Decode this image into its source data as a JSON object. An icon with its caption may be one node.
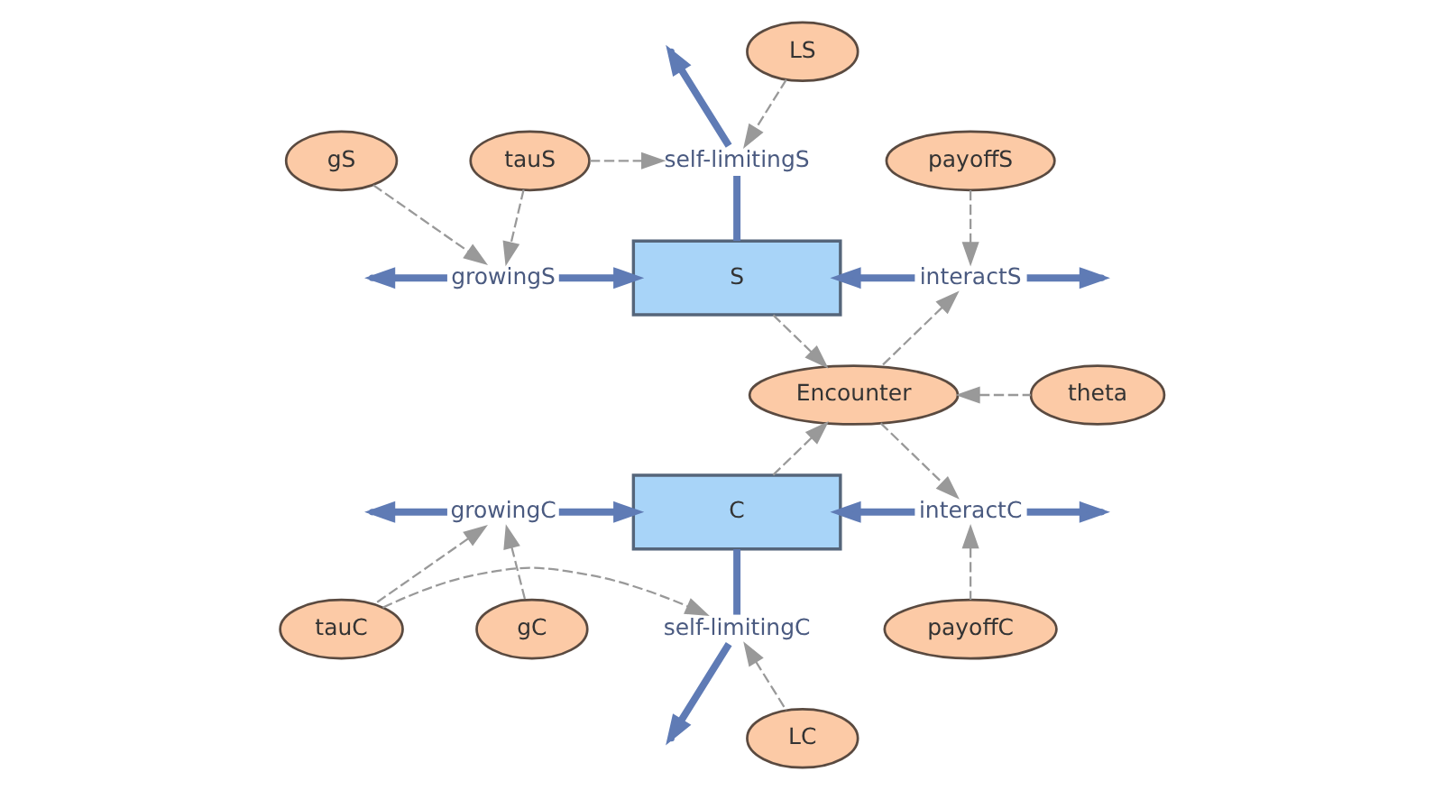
{
  "diagram": {
    "nodes": [
      {
        "text": [
          "LS"
        ]
      },
      {
        "text": [
          "self-limitingS"
        ]
      },
      {
        "text": [
          "gS"
        ]
      },
      {
        "text": [
          "tauS"
        ]
      },
      {
        "text": [
          "payoffS"
        ]
      },
      {
        "text": [
          "growingS"
        ]
      },
      {
        "text": [
          "S"
        ]
      },
      {
        "text": [
          "interactS"
        ]
      },
      {
        "text": [
          "Encounter"
        ]
      },
      {
        "text": [
          "theta"
        ]
      },
      {
        "text": [
          "growingC"
        ]
      },
      {
        "text": [
          "C"
        ]
      },
      {
        "text": [
          "interactC"
        ]
      },
      {
        "text": [
          "gC"
        ]
      },
      {
        "text": [
          "tauC"
        ]
      },
      {
        "text": [
          "payoffC"
        ]
      },
      {
        "text": [
          "self-limitingC"
        ]
      },
      {
        "text": [
          "LC"
        ]
      }
    ],
    "edges": [
      {
        "from": 5,
        "to": 6,
        "arrow": "to",
        "style": "thick",
        "color": "#5f7bb5"
      },
      {
        "from": 5,
        "to": null,
        "arrow": "to",
        "style": "thick",
        "color": "#5f7bb5"
      },
      {
        "from": 6,
        "to": 1,
        "arrow": "none",
        "style": "thick",
        "color": "#5f7bb5"
      },
      {
        "from": 1,
        "to": null,
        "arrow": "to",
        "style": "thick",
        "color": "#5f7bb5"
      },
      {
        "from": 7,
        "to": 6,
        "arrow": "to",
        "style": "thick",
        "color": "#5f7bb5"
      },
      {
        "from": 7,
        "to": null,
        "arrow": "to",
        "style": "thick",
        "color": "#5f7bb5"
      },
      {
        "from": 10,
        "to": 11,
        "arrow": "to",
        "style": "thick",
        "color": "#5f7bb5"
      },
      {
        "from": 10,
        "to": null,
        "arrow": "to",
        "style": "thick",
        "color": "#5f7bb5"
      },
      {
        "from": 11,
        "to": 16,
        "arrow": "none",
        "style": "thick",
        "color": "#5f7bb5"
      },
      {
        "from": 16,
        "to": null,
        "arrow": "to",
        "style": "thick",
        "color": "#5f7bb5"
      },
      {
        "from": 12,
        "to": 11,
        "arrow": "to",
        "style": "thick",
        "color": "#5f7bb5"
      },
      {
        "from": 12,
        "to": null,
        "arrow": "to",
        "style": "thick",
        "color": "#5f7bb5"
      },
      {
        "from": 0,
        "to": 1,
        "arrow": "to",
        "style": "dashed"
      },
      {
        "from": 3,
        "to": 1,
        "arrow": "to",
        "style": "dashed"
      },
      {
        "from": 2,
        "to": 5,
        "arrow": "to",
        "style": "dashed"
      },
      {
        "from": 3,
        "to": 5,
        "arrow": "to",
        "style": "dashed"
      },
      {
        "from": 4,
        "to": 7,
        "arrow": "to",
        "style": "dashed"
      },
      {
        "from": 8,
        "to": 7,
        "arrow": "to",
        "style": "dashed"
      },
      {
        "from": 6,
        "to": 8,
        "arrow": "to",
        "style": "dashed"
      },
      {
        "from": 11,
        "to": 8,
        "arrow": "to",
        "style": "dashed"
      },
      {
        "from": 9,
        "to": 8,
        "arrow": "to",
        "style": "dashed"
      },
      {
        "from": 8,
        "to": 12,
        "arrow": "to",
        "style": "dashed"
      },
      {
        "from": 15,
        "to": 12,
        "arrow": "to",
        "style": "dashed"
      },
      {
        "from": 13,
        "to": 10,
        "arrow": "to",
        "style": "dashed"
      },
      {
        "from": 14,
        "to": 10,
        "arrow": "to",
        "style": "dashed"
      },
      {
        "from": 14,
        "to": 16,
        "arrow": "to",
        "style": "dashed"
      },
      {
        "from": 17,
        "to": 16,
        "arrow": "to",
        "style": "dashed"
      }
    ]
  }
}
